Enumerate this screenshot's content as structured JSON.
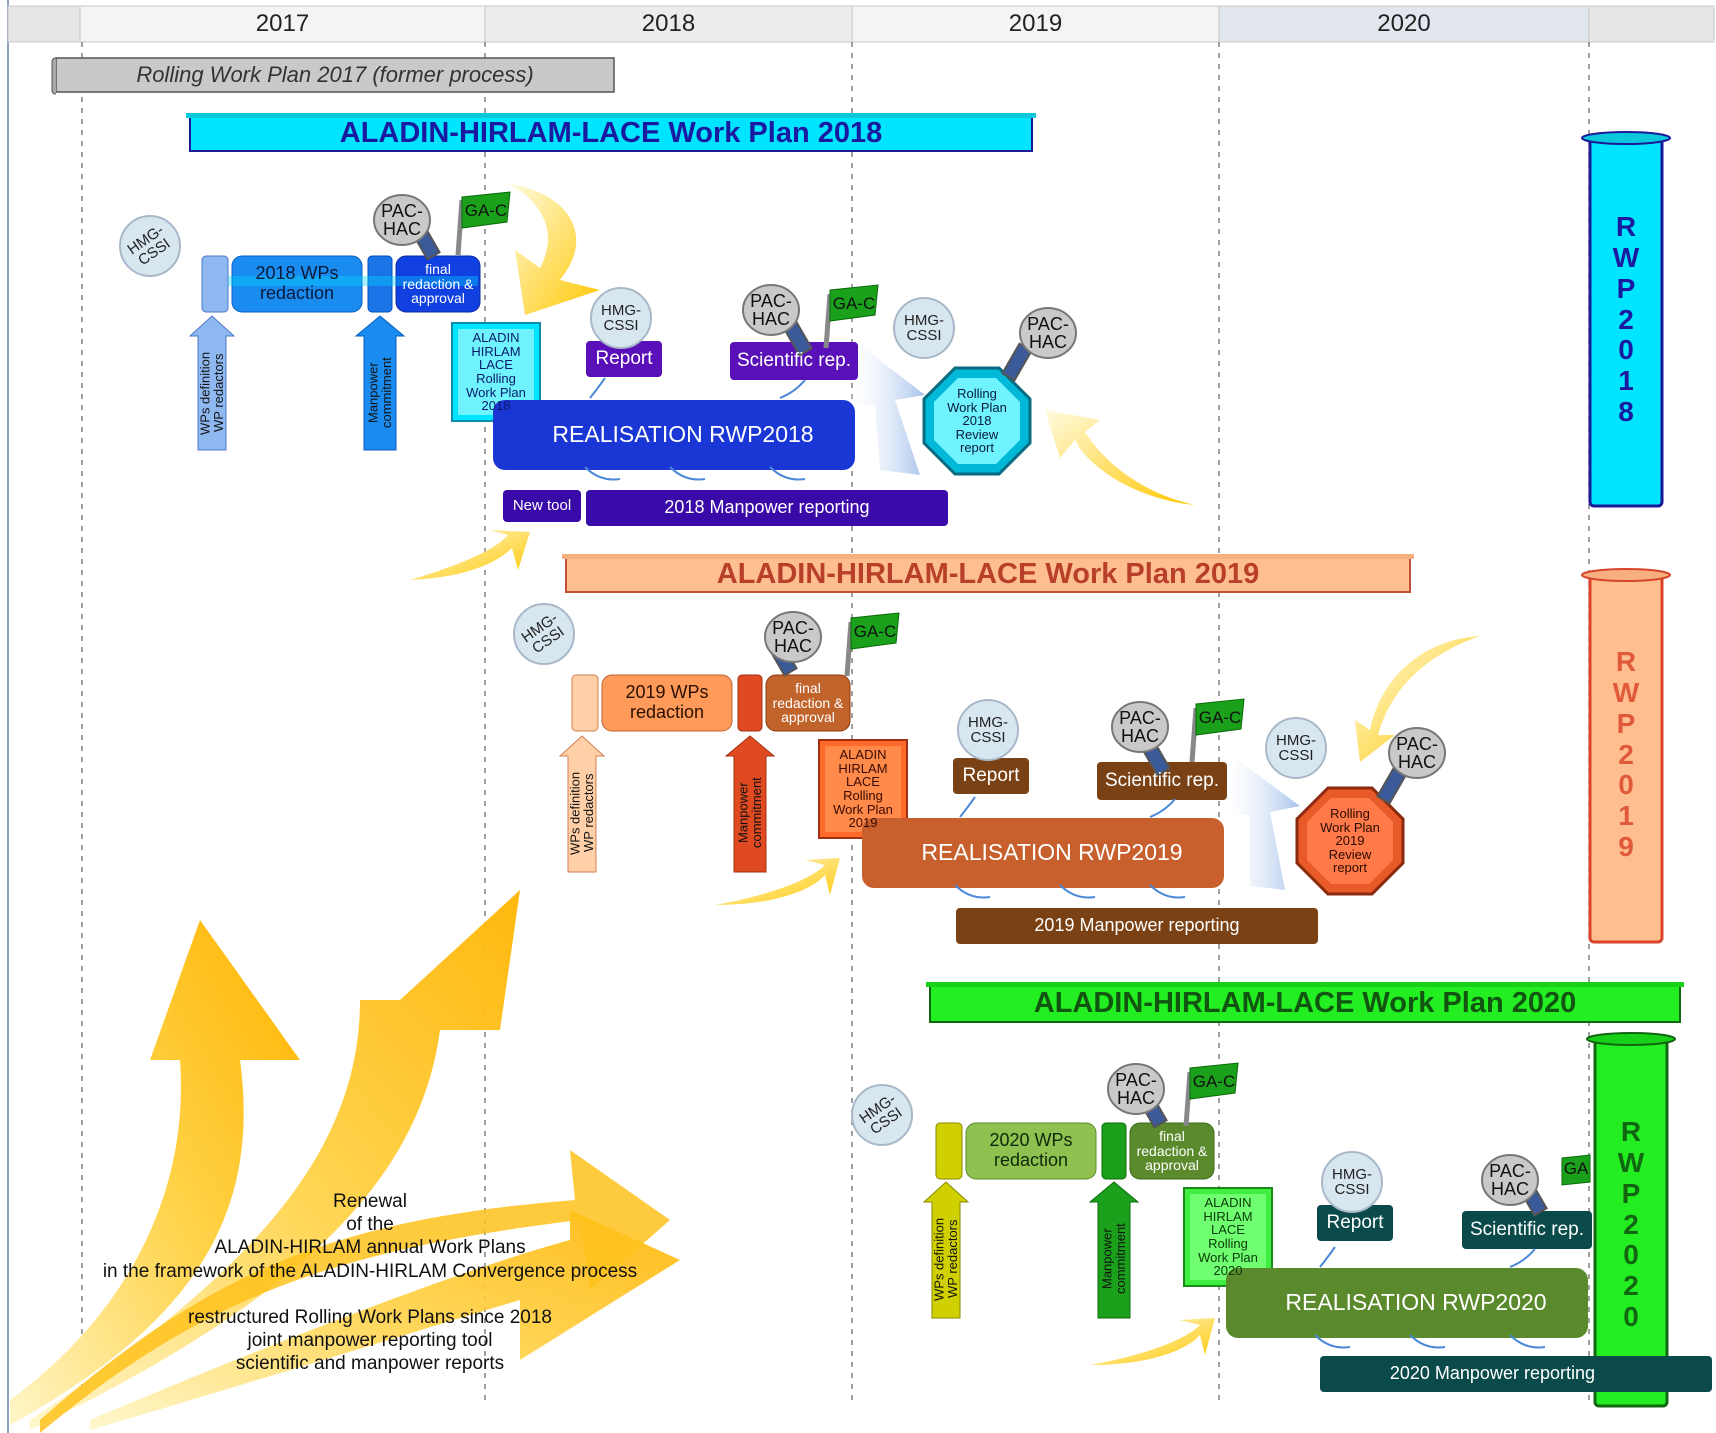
{
  "timeline": {
    "years": [
      "2017",
      "2018",
      "2019",
      "2020"
    ]
  },
  "former_plan": {
    "label": "Rolling Work Plan 2017 (former process)"
  },
  "plan2018": {
    "banner": "ALADIN-HIRLAM-LACE Work Plan 2018",
    "scroll_letters": [
      "R",
      "W",
      "P",
      "2",
      "0",
      "1",
      "8"
    ],
    "hmg_cssi": "HMG-\nCSSI",
    "pac_hac": "PAC-\nHAC",
    "ga_c": "GA-C",
    "wps_redaction": "2018 WPs\nredaction",
    "final_redaction": "final\nredaction &\napproval",
    "wps_definition": "WPs definition\nWP redactors",
    "manpower_commitment": "Manpower\ncommitment",
    "rolling_plan_box": "ALADIN\nHIRLAM\nLACE\nRolling\nWork Plan\n2018",
    "realisation": "REALISATION RWP2018",
    "report": "Report",
    "scientific_rep": "Scientific rep.",
    "review_report": "Rolling\nWork Plan\n2018\nReview\nreport",
    "new_tool": "New tool",
    "manpower_reporting": "2018 Manpower reporting"
  },
  "plan2019": {
    "banner": "ALADIN-HIRLAM-LACE Work Plan 2019",
    "scroll_letters": [
      "R",
      "W",
      "P",
      "2",
      "0",
      "1",
      "9"
    ],
    "hmg_cssi": "HMG-\nCSSI",
    "pac_hac": "PAC-\nHAC",
    "ga_c": "GA-C",
    "wps_redaction": "2019 WPs\nredaction",
    "final_redaction": "final\nredaction &\napproval",
    "wps_definition": "WPs definition\nWP redactors",
    "manpower_commitment": "Manpower\ncommitment",
    "rolling_plan_box": "ALADIN\nHIRLAM\nLACE\nRolling\nWork Plan\n2019",
    "realisation": "REALISATION RWP2019",
    "report": "Report",
    "scientific_rep": "Scientific rep.",
    "review_report": "Rolling\nWork Plan\n2019\nReview\nreport",
    "manpower_reporting": "2019 Manpower reporting"
  },
  "plan2020": {
    "banner": "ALADIN-HIRLAM-LACE Work Plan 2020",
    "scroll_letters": [
      "R",
      "W",
      "P",
      "2",
      "0",
      "2",
      "0"
    ],
    "hmg_cssi": "HMG-\nCSSI",
    "pac_hac": "PAC-\nHAC",
    "ga_c": "GA-C",
    "ga_c_partial": "GA",
    "wps_redaction": "2020 WPs\nredaction",
    "final_redaction": "final\nredaction &\napproval",
    "wps_definition": "WPs definition\nWP redactors",
    "manpower_commitment": "Manpower\ncommitment",
    "rolling_plan_box": "ALADIN\nHIRLAM\nLACE\nRolling\nWork Plan\n2020",
    "realisation": "REALISATION RWP2020",
    "report": "Report",
    "scientific_rep": "Scientific rep.",
    "manpower_reporting": "2020 Manpower reporting"
  },
  "renewal_text": {
    "lines": [
      "Renewal",
      "of the",
      "ALADIN-HIRLAM annual Work Plans",
      "in the framework of the ALADIN-HIRLAM Convergence process",
      "",
      "restructured Rolling Work Plans since 2018",
      "joint manpower reporting tool",
      "scientific and manpower reports"
    ]
  },
  "colors": {
    "wp2018": "#00e5ff",
    "wp2019": "#ffbe90",
    "wp2020": "#22ee22",
    "realisation2018": "#1a37d6",
    "realisation2019": "#c7602c",
    "realisation2020": "#5a8a2c",
    "arrow_yellow": "#ffc21c"
  }
}
